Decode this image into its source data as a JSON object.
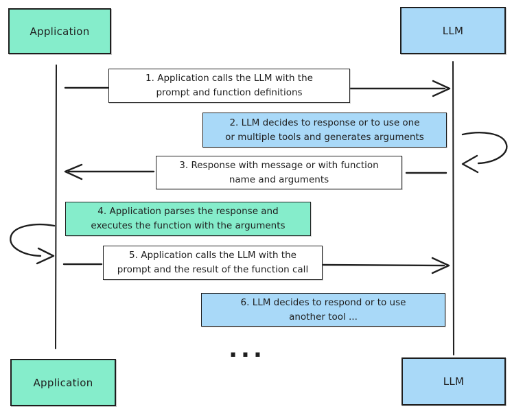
{
  "diagram_type": "sequence-diagram",
  "actors": [
    {
      "label": "Application",
      "position": "top-left",
      "fill": "green"
    },
    {
      "label": "LLM",
      "position": "top-right",
      "fill": "blue"
    },
    {
      "label": "Application",
      "position": "bottom-left",
      "fill": "green"
    },
    {
      "label": "LLM",
      "position": "bottom-right",
      "fill": "blue"
    }
  ],
  "messages": [
    {
      "text": "1. Application calls the LLM with the\nprompt and function definitions",
      "fill": "white",
      "arrow": "application-to-llm"
    },
    {
      "text": "2. LLM decides to response or to use one\nor multiple tools and generates arguments",
      "fill": "blue",
      "arrow": "llm-self-loop"
    },
    {
      "text": "3. Response with message or with function\nname and arguments",
      "fill": "white",
      "arrow": "llm-to-application"
    },
    {
      "text": "4. Application parses the response and\nexecutes the function with the arguments",
      "fill": "green",
      "arrow": "application-self-loop"
    },
    {
      "text": "5. Application calls the LLM with the\nprompt and the result of the function call",
      "fill": "white",
      "arrow": "application-to-llm"
    },
    {
      "text": "6. LLM decides to respond or to use\nanother tool ...",
      "fill": "blue",
      "arrow": "none"
    }
  ],
  "ellipsis": "...",
  "colors": {
    "application_fill": "#85EDCB",
    "llm_fill": "#A9D9F8",
    "note_fill": "#ffffff",
    "ink": "#1e1e1e"
  }
}
